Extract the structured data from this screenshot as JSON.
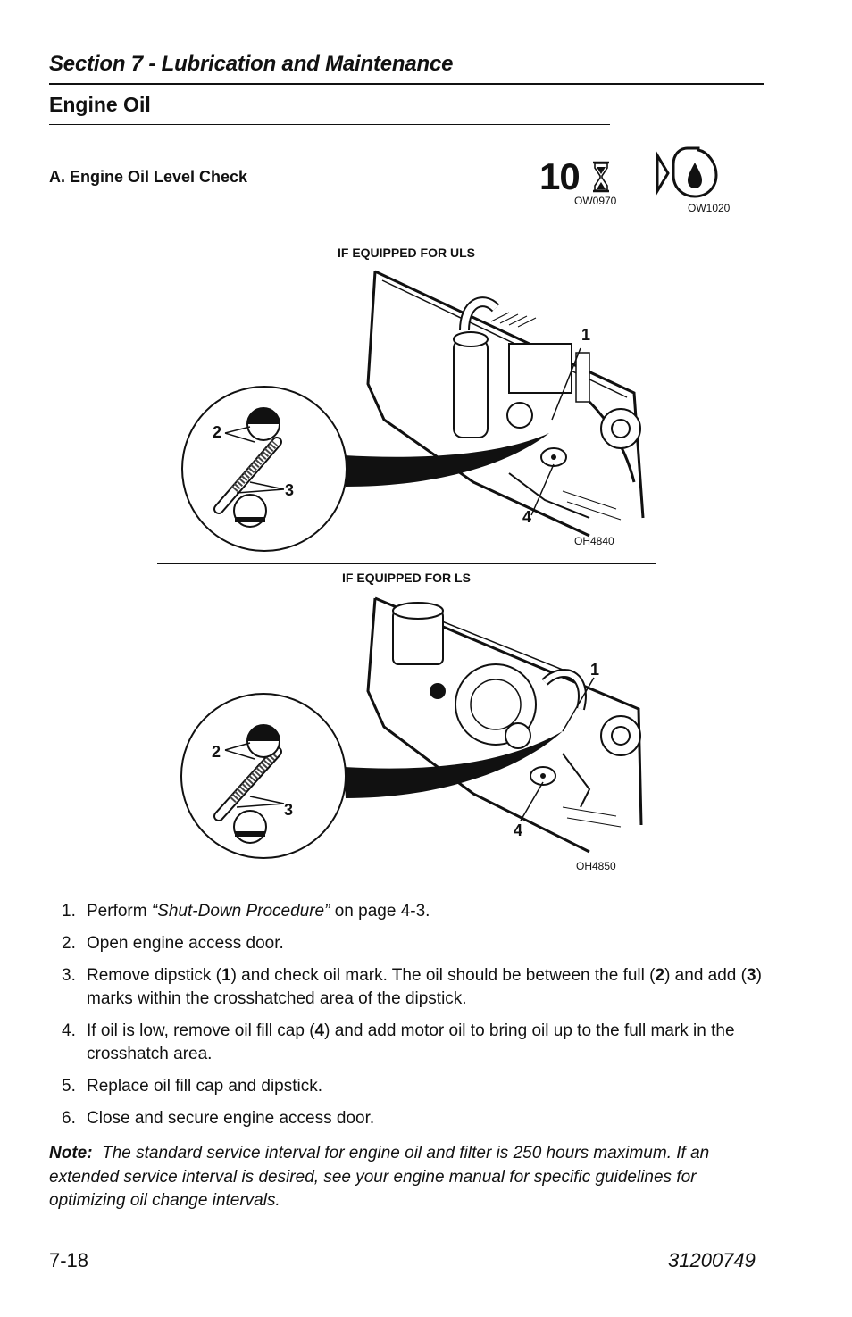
{
  "header": {
    "section_title": "Section 7 - Lubrication and Maintenance",
    "page_subtitle": "Engine Oil"
  },
  "subsection": {
    "title": "A. Engine Oil Level Check",
    "interval_number": "10",
    "interval_code": "OW0970",
    "oil_icon_code": "OW1020"
  },
  "figures": [
    {
      "label": "IF EQUIPPED FOR ULS",
      "code": "OH4840",
      "callouts": [
        "1",
        "2",
        "3",
        "4"
      ]
    },
    {
      "label": "IF EQUIPPED FOR LS",
      "code": "OH4850",
      "callouts": [
        "1",
        "2",
        "3",
        "4"
      ]
    }
  ],
  "steps": [
    {
      "num": "1.",
      "pre": "Perform ",
      "italic": "“Shut-Down Procedure”",
      "post": " on page 4-3."
    },
    {
      "num": "2.",
      "text": "Open engine access door."
    },
    {
      "num": "3.",
      "a": "Remove dipstick (",
      "b1": "1",
      "c": ") and check oil mark. The oil should be between the full (",
      "b2": "2",
      "d": ") and add (",
      "b3": "3",
      "e": ") marks within the crosshatched area of the dipstick."
    },
    {
      "num": "4.",
      "a": "If oil is low, remove oil fill cap (",
      "b1": "4",
      "c": ") and add motor oil to bring oil up to the full mark in the crosshatch area."
    },
    {
      "num": "5.",
      "text": "Replace oil fill cap and dipstick."
    },
    {
      "num": "6.",
      "text": "Close and secure engine access door."
    }
  ],
  "note": {
    "label": "Note:",
    "text": "The standard service interval for engine oil and filter is 250 hours maximum. If an extended service interval is desired, see your engine manual for specific guidelines for optimizing oil change intervals."
  },
  "footer": {
    "page_number": "7-18",
    "doc_number": "31200749"
  }
}
